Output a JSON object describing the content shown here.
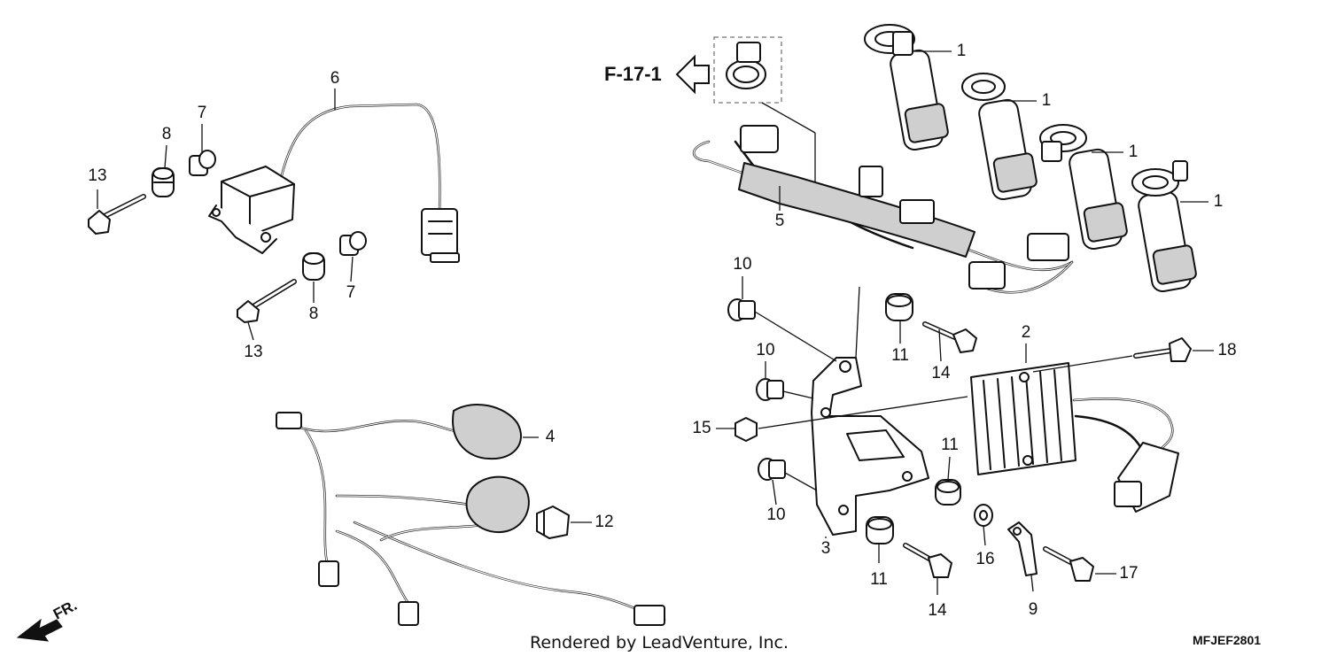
{
  "reference": {
    "label": "F-17-1"
  },
  "direction": {
    "label": "FR."
  },
  "footer": {
    "credit": "Rendered by LeadVenture, Inc.",
    "code": "MFJEF2801"
  },
  "callouts": [
    {
      "id": "c1a",
      "number": "1"
    },
    {
      "id": "c1b",
      "number": "1"
    },
    {
      "id": "c1c",
      "number": "1"
    },
    {
      "id": "c1d",
      "number": "1"
    },
    {
      "id": "c2",
      "number": "2"
    },
    {
      "id": "c3",
      "number": "3"
    },
    {
      "id": "c4",
      "number": "4"
    },
    {
      "id": "c5",
      "number": "5"
    },
    {
      "id": "c6",
      "number": "6"
    },
    {
      "id": "c7a",
      "number": "7"
    },
    {
      "id": "c7b",
      "number": "7"
    },
    {
      "id": "c8a",
      "number": "8"
    },
    {
      "id": "c8b",
      "number": "8"
    },
    {
      "id": "c9",
      "number": "9"
    },
    {
      "id": "c10a",
      "number": "10"
    },
    {
      "id": "c10b",
      "number": "10"
    },
    {
      "id": "c10c",
      "number": "10"
    },
    {
      "id": "c11a",
      "number": "11"
    },
    {
      "id": "c11b",
      "number": "11"
    },
    {
      "id": "c11c",
      "number": "11"
    },
    {
      "id": "c12",
      "number": "12"
    },
    {
      "id": "c13a",
      "number": "13"
    },
    {
      "id": "c13b",
      "number": "13"
    },
    {
      "id": "c14a",
      "number": "14"
    },
    {
      "id": "c14b",
      "number": "14"
    },
    {
      "id": "c15",
      "number": "15"
    },
    {
      "id": "c16",
      "number": "16"
    },
    {
      "id": "c17",
      "number": "17"
    },
    {
      "id": "c18",
      "number": "18"
    }
  ]
}
